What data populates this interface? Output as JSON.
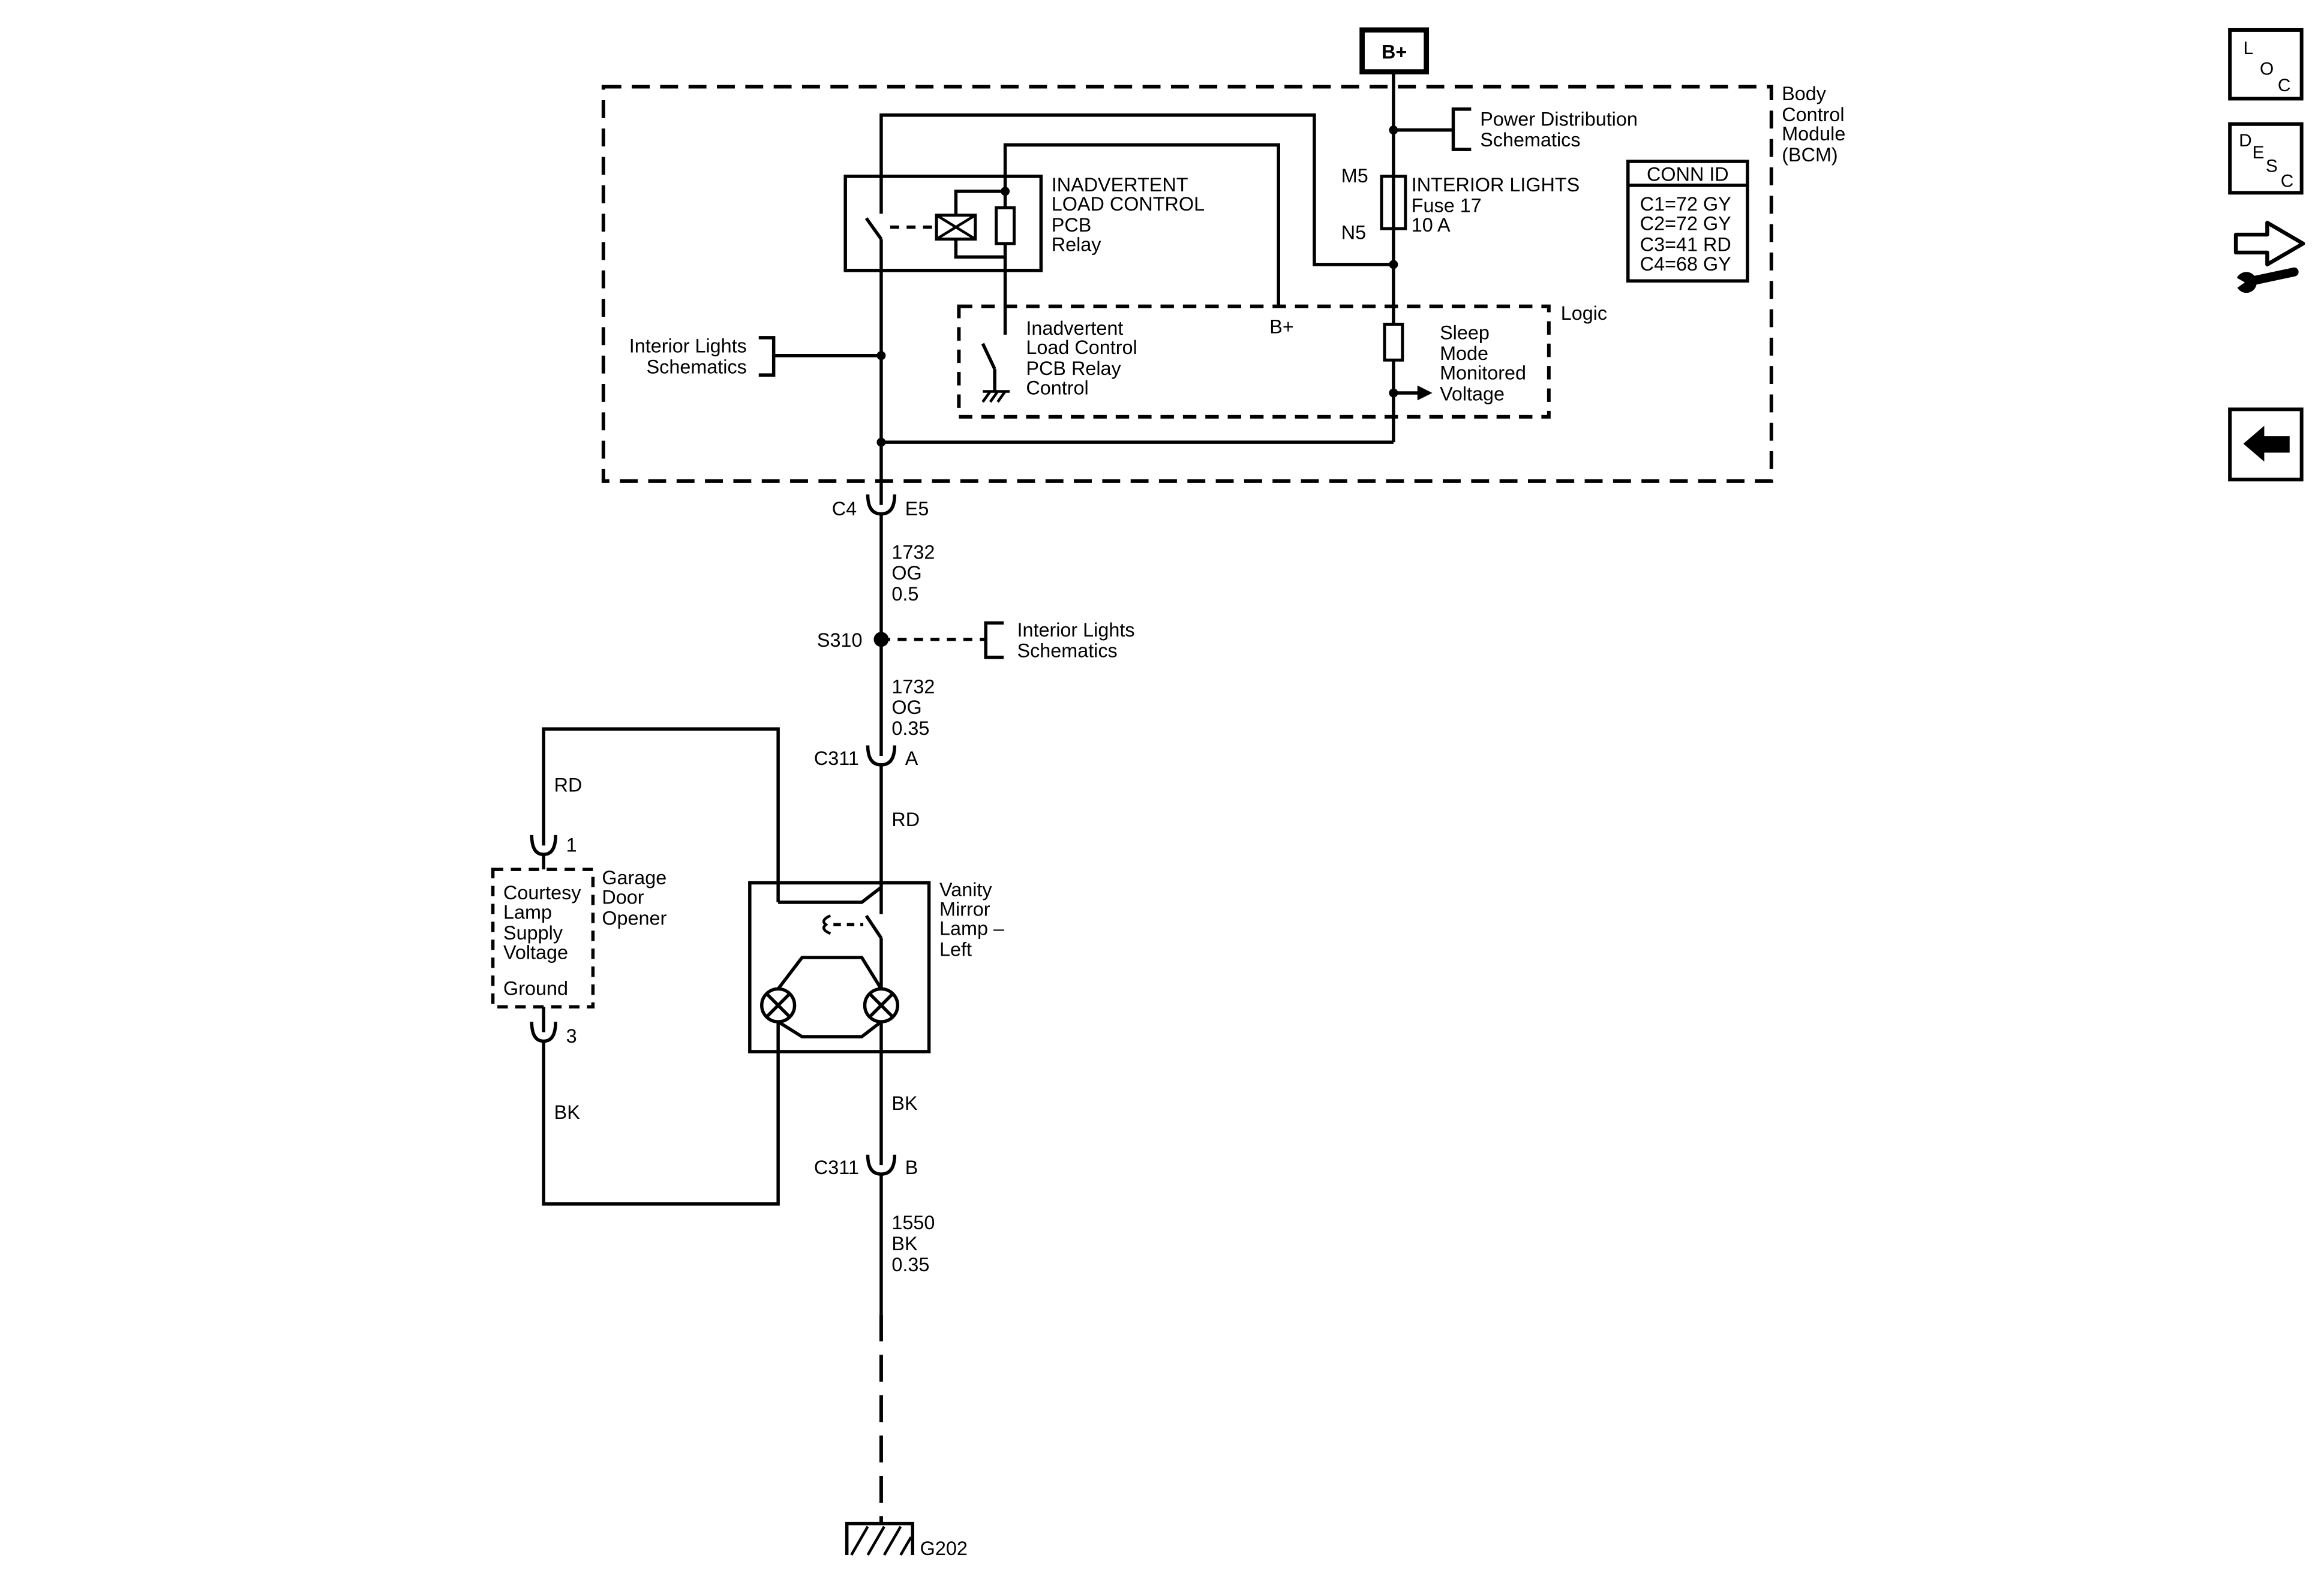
{
  "colors": {
    "ink": "#000000",
    "paper": "#ffffff"
  },
  "power_source": {
    "label": "B+"
  },
  "bcm": {
    "name_lines": [
      "Body",
      "Control",
      "Module",
      "(BCM)"
    ],
    "power_distribution_ref": [
      "Power Distribution",
      "Schematics"
    ],
    "fuse": {
      "pin_in": "M5",
      "pin_out": "N5",
      "lines": [
        "INTERIOR LIGHTS",
        "Fuse 17",
        "10 A"
      ]
    },
    "conn_id": {
      "header": "CONN ID",
      "rows": [
        "C1=72 GY",
        "C2=72 GY",
        "C3=41 RD",
        "C4=68 GY"
      ]
    },
    "relay": {
      "lines": [
        "INADVERTENT",
        "LOAD CONTROL",
        "PCB",
        "Relay"
      ]
    },
    "interior_lights_ref": [
      "Interior Lights",
      "Schematics"
    ],
    "logic": {
      "label": "Logic",
      "supply": "B+",
      "relay_control_lines": [
        "Inadvertent",
        "Load Control",
        "PCB Relay",
        "Control"
      ],
      "sleep_mode_lines": [
        "Sleep",
        "Mode",
        "Monitored",
        "Voltage"
      ]
    }
  },
  "harness": {
    "bcm_connector": {
      "connector": "C4",
      "pin": "E5"
    },
    "wire_bcm_to_splice": [
      "1732",
      "OG",
      "0.5"
    ],
    "splice": {
      "id": "S310",
      "ref": [
        "Interior Lights",
        "Schematics"
      ]
    },
    "wire_splice_to_c311": [
      "1732",
      "OG",
      "0.35"
    ],
    "c311_a": {
      "connector": "C311",
      "pin": "A"
    },
    "wire_vanity_supply": "RD",
    "wire_vanity_ground": "BK",
    "c311_b": {
      "connector": "C311",
      "pin": "B"
    },
    "wire_to_ground": [
      "1550",
      "BK",
      "0.35"
    ],
    "ground": "G202"
  },
  "vanity_mirror": {
    "lines": [
      "Vanity",
      "Mirror",
      "Lamp –",
      "Left"
    ]
  },
  "garage_door_opener": {
    "name_lines": [
      "Garage",
      "Door",
      "Opener"
    ],
    "supply_lines": [
      "Courtesy",
      "Lamp",
      "Supply",
      "Voltage"
    ],
    "ground_label": "Ground",
    "supply_pin": "1",
    "ground_pin": "3",
    "supply_wire": "RD",
    "ground_wire": "BK"
  },
  "nav": {
    "loc_letters": [
      "L",
      "O",
      "C"
    ],
    "desc_letters": [
      "D",
      "E",
      "S",
      "C"
    ],
    "icons": [
      "loc-button-icon",
      "desc-button-icon",
      "connector-tools-icon",
      "back-arrow-icon"
    ]
  }
}
